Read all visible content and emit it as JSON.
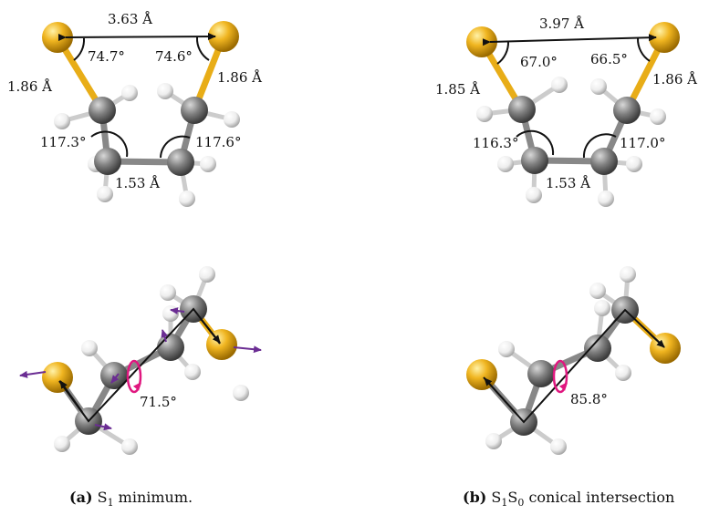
{
  "panels": [
    {
      "id": "a",
      "caption": {
        "tag": "(a)",
        "text_before": "S",
        "sub1": "1",
        "text_after": " minimum.",
        "sub2": "",
        "text_end": ""
      },
      "labels": {
        "ss_distance": "3.63 Å",
        "angle_left": "74.7°",
        "angle_right": "74.6°",
        "bond_left": "1.86 Å",
        "bond_right": "1.86 Å",
        "ccc_left": "117.3°",
        "ccc_right": "117.6°",
        "cc_bond": "1.53 Å",
        "dihedral": "71.5°"
      }
    },
    {
      "id": "b",
      "caption": {
        "tag": "(b)",
        "text_before": "S",
        "sub1": "1",
        "text_after": "S",
        "sub2": "0",
        "text_end": " conical intersection"
      },
      "labels": {
        "ss_distance": "3.97 Å",
        "angle_left": "67.0°",
        "angle_right": "66.5°",
        "bond_left": "1.85 Å",
        "bond_right": "1.86 Å",
        "ccc_left": "116.3°",
        "ccc_right": "117.0°",
        "cc_bond": "1.53 Å",
        "dihedral": "85.8°"
      }
    }
  ],
  "colors": {
    "sulfur": "#e8ad17",
    "carbon": "#7a7a7a",
    "hydrogen": "#f2f2f2",
    "arrow": "#6b2d93",
    "rotation": "#e0177f",
    "line": "#111111"
  }
}
